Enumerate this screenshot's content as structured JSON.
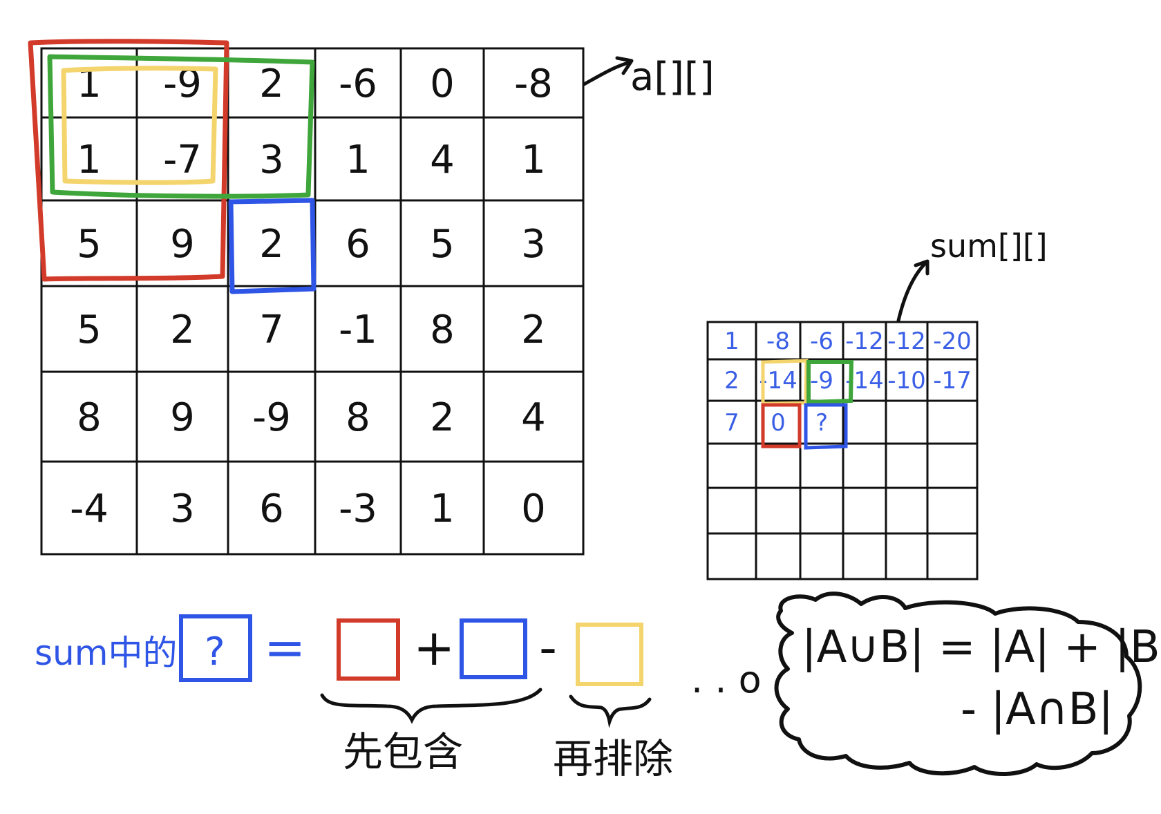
{
  "a_grid": {
    "label": "a[][]",
    "rows": [
      [
        "1",
        "-9",
        "2",
        "-6",
        "0",
        "-8"
      ],
      [
        "1",
        "-7",
        "3",
        "1",
        "4",
        "1"
      ],
      [
        "5",
        "9",
        "2",
        "6",
        "5",
        "3"
      ],
      [
        "5",
        "2",
        "7",
        "-1",
        "8",
        "2"
      ],
      [
        "8",
        "9",
        "-9",
        "8",
        "2",
        "4"
      ],
      [
        "-4",
        "3",
        "6",
        "-3",
        "1",
        "0"
      ]
    ]
  },
  "sum_grid": {
    "label": "sum[][]",
    "rows": [
      [
        "1",
        "-8",
        "-6",
        "-12",
        "-12",
        "-20"
      ],
      [
        "2",
        "-14",
        "-9",
        "-14",
        "-10",
        "-17"
      ],
      [
        "7",
        "0",
        "?",
        "",
        "",
        ""
      ],
      [
        "",
        "",
        "",
        "",
        "",
        ""
      ],
      [
        "",
        "",
        "",
        "",
        "",
        ""
      ],
      [
        "",
        "",
        "",
        "",
        "",
        ""
      ]
    ]
  },
  "equation": {
    "lhs": "sum中的",
    "q": "?",
    "equals": "=",
    "plus": "+",
    "minus": "-",
    "ellipsis": ". . o",
    "include_label": "先包含",
    "exclude_label": "再排除",
    "cloud_line1": "|A∪B| = |A| + |B|",
    "cloud_line2": "- |A∩B|"
  },
  "colors": {
    "ink": "#111111",
    "red": "#d23a2a",
    "green": "#3ea63a",
    "yellow": "#f4d46c",
    "blue": "#2f55e6",
    "sum_text": "#3a5fe6"
  }
}
